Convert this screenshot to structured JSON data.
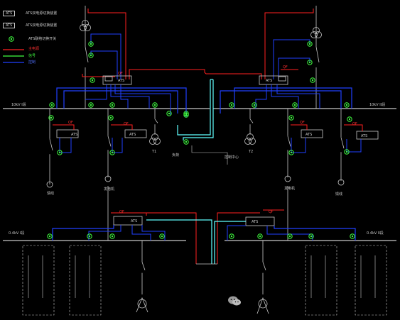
{
  "legend": {
    "box_label": "ATS",
    "items": [
      {
        "text": "ATS双电源切换装置"
      },
      {
        "text": "ATS双电源切换装置"
      },
      {
        "text": "ATS联络切换开关"
      }
    ],
    "lines": [
      {
        "text": "主电源",
        "color": "#ff2020"
      },
      {
        "text": "信号",
        "color": "#40ff40"
      },
      {
        "text": "控制",
        "color": "#3050ff"
      }
    ]
  },
  "colors": {
    "background": "#000000",
    "busbar": "#c8c8c8",
    "power": "#ff2020",
    "signal": "#40ff40",
    "control": "#2040ff",
    "comm": "#60ffff",
    "node": "#40ff40"
  },
  "labels": {
    "bus_left_top": "10kV I段",
    "bus_right_top": "10kV II段",
    "bus_left_bottom": "0.4kV I段",
    "bus_right_bottom": "0.4kV II段",
    "t1": "T1",
    "t2": "T2",
    "feeder_left": "馈线",
    "feeder_right": "馈线",
    "gen_left": "发电机",
    "gen_right": "发电机",
    "load_center": "负荷",
    "control_center": "控制中心",
    "ats": "ATS",
    "qf": "QF"
  },
  "watermark": {
    "icon": "wechat-icon"
  }
}
